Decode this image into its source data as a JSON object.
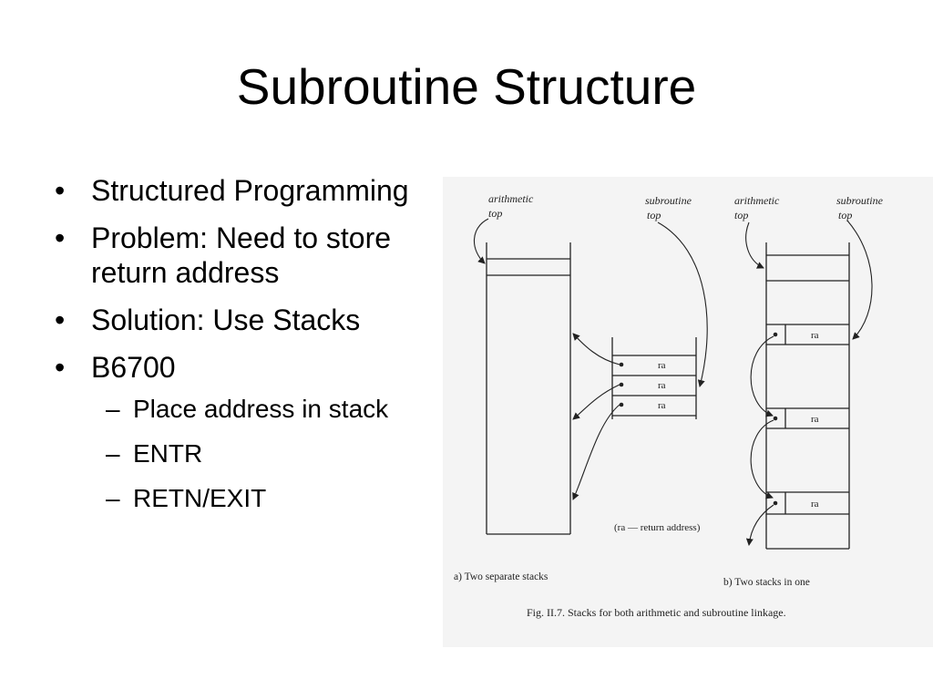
{
  "slide": {
    "title": "Subroutine Structure",
    "bullets": [
      {
        "text": "Structured Programming"
      },
      {
        "text": "Problem: Need to store return address"
      },
      {
        "text": "Solution: Use Stacks"
      },
      {
        "text": "B6700",
        "sub": [
          "Place address in stack",
          "ENTR",
          "RETN/EXIT"
        ]
      }
    ]
  },
  "figure": {
    "labels": {
      "arith_top_a": [
        "arithmetic",
        "top"
      ],
      "sub_top_a": [
        "subroutine",
        "top"
      ],
      "arith_top_b": [
        "arithmetic",
        "top"
      ],
      "sub_top_b": [
        "subroutine",
        "top"
      ],
      "ra": "ra",
      "legend": "(ra — return address)",
      "caption_a": "a)   Two  separate  stacks",
      "caption_b": "b)   Two  stacks  in  one",
      "fig_caption": "Fig. II.7. Stacks for both arithmetic and subroutine linkage."
    }
  }
}
